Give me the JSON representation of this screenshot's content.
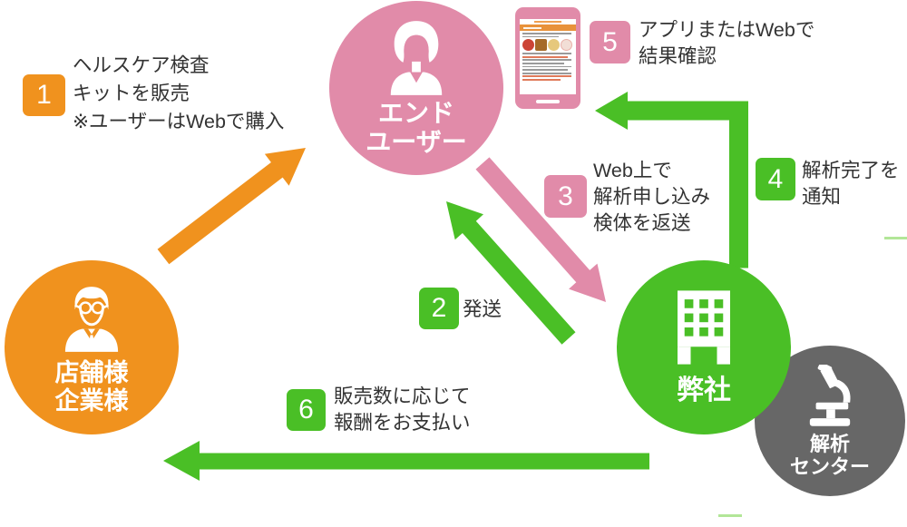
{
  "colors": {
    "orange": "#F0921E",
    "pink": "#E18BA9",
    "green": "#4ABF26",
    "gray": "#676767",
    "text": "#333333",
    "pale_green": "#B2E698",
    "phone_header": "#E8923A"
  },
  "actors": {
    "seller": {
      "icon": "businessman-icon",
      "lines": [
        "店舗様",
        "企業様"
      ]
    },
    "end_user": {
      "icon": "woman-icon",
      "lines": [
        "エンド",
        "ユーザー"
      ]
    },
    "company": {
      "icon": "building-icon",
      "lines": [
        "弊社"
      ]
    },
    "analysis_center": {
      "icon": "microscope-icon",
      "lines": [
        "解析",
        "センター"
      ]
    }
  },
  "phone": {
    "icon": "smartphone-icon"
  },
  "steps": [
    {
      "number": "1",
      "color": "orange",
      "lines": [
        "ヘルスケア検査",
        "キットを販売",
        "※ユーザーはWebで購入"
      ]
    },
    {
      "number": "2",
      "color": "green",
      "lines": [
        "発送"
      ]
    },
    {
      "number": "3",
      "color": "pink",
      "lines": [
        "Web上で",
        "解析申し込み",
        "検体を返送"
      ]
    },
    {
      "number": "4",
      "color": "green",
      "lines": [
        "解析完了を",
        "通知"
      ]
    },
    {
      "number": "5",
      "color": "pink",
      "lines": [
        "アプリまたはWebで",
        "結果確認"
      ]
    },
    {
      "number": "6",
      "color": "green",
      "lines": [
        "販売数に応じて",
        "報酬をお支払い"
      ]
    }
  ]
}
